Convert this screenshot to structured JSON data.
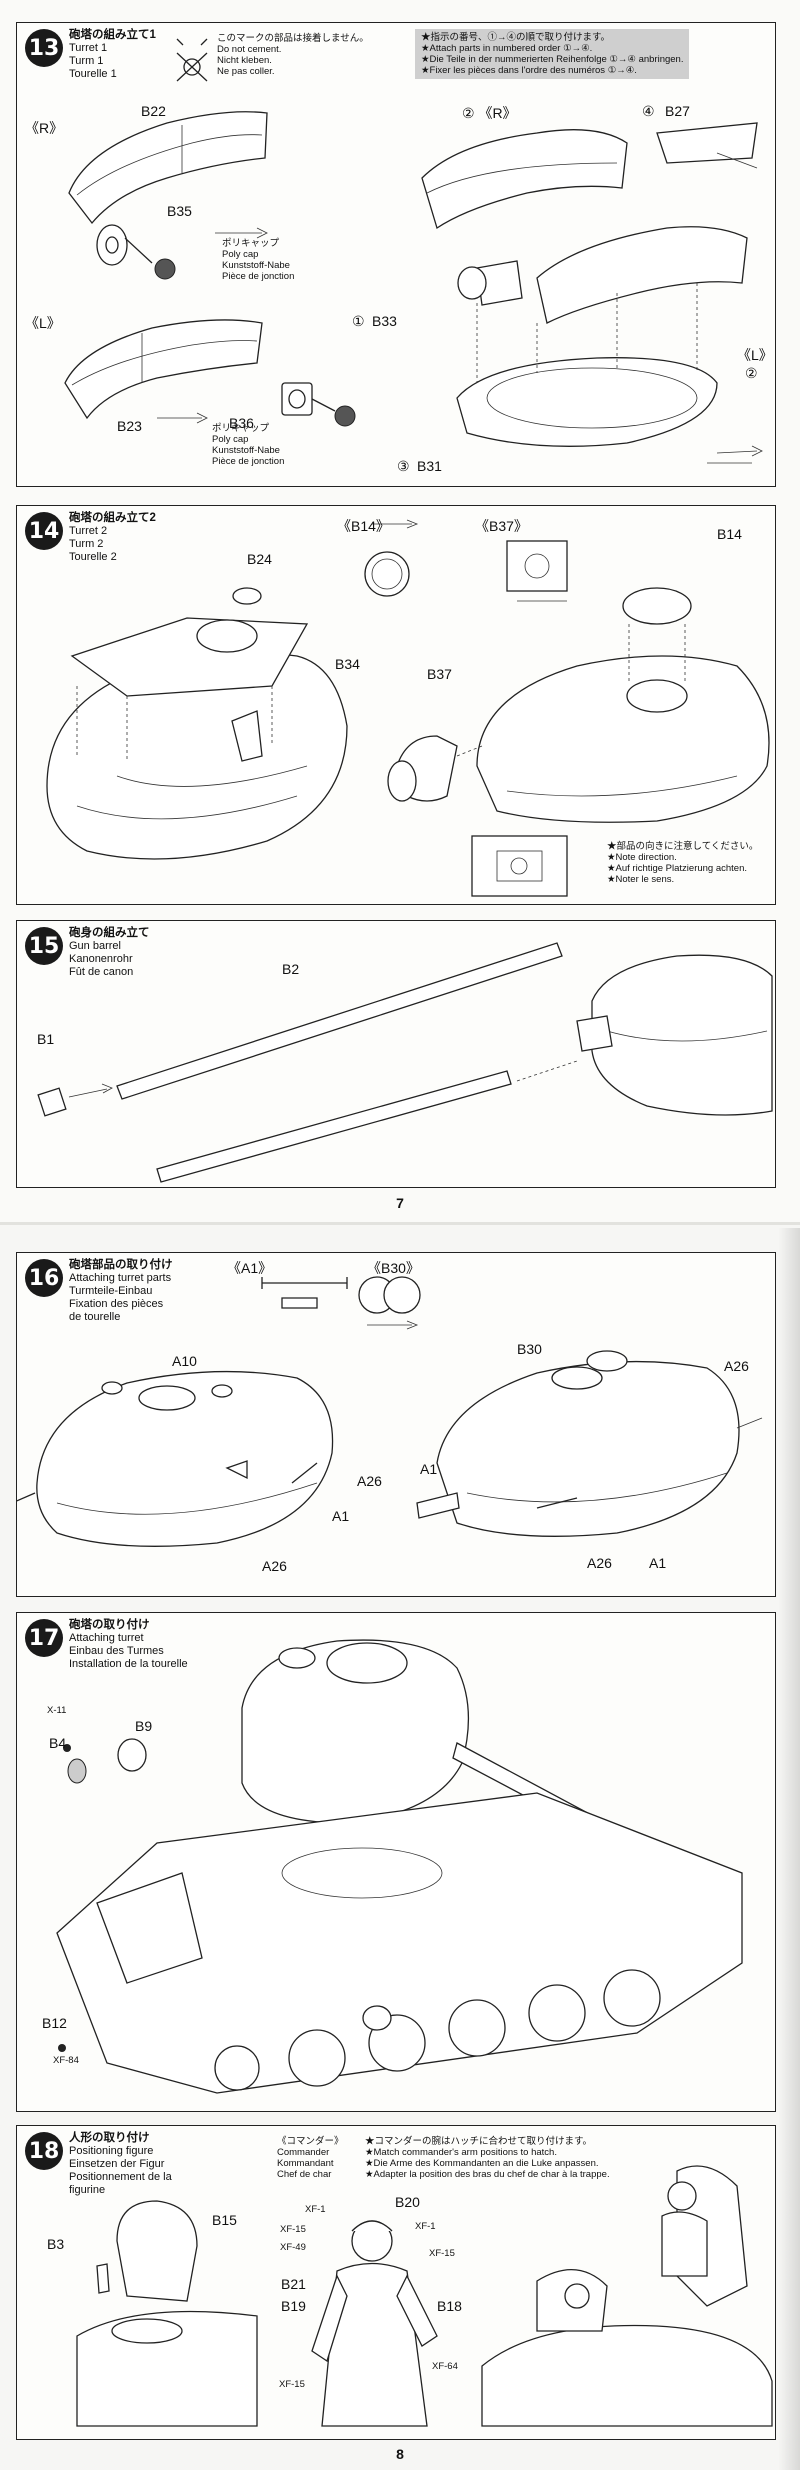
{
  "page7": {
    "number": "7",
    "step13": {
      "num": "13",
      "title_jp": "砲塔の組み立て1",
      "title_en": "Turret 1",
      "title_de": "Turm 1",
      "title_fr": "Tourelle 1",
      "nocement_jp": "このマークの部品は接着しません。",
      "nocement_en": "Do not cement.",
      "nocement_de": "Nicht kleben.",
      "nocement_fr": "Ne pas coller.",
      "order_jp": "★指示の番号、①→④の順で取り付けます。",
      "order_en": "★Attach parts in numbered order ①→④.",
      "order_de": "★Die Teile in der nummerierten Reihenfolge ①→④ anbringen.",
      "order_fr": "★Fixer les pièces dans l'ordre des numéros ①→④.",
      "label_R": "《R》",
      "label_L": "《L》",
      "b22": "B22",
      "b35": "B35",
      "b23": "B23",
      "b36": "B36",
      "polycap_jp": "ポリキャップ",
      "polycap_en": "Poly cap",
      "polycap_de": "Kunststoff-Nabe",
      "polycap_fr": "Pièce de jonction",
      "s2R": "② 《R》",
      "s4": "④",
      "b27": "B27",
      "s1": "①",
      "b33": "B33",
      "s3": "③",
      "b31": "B31",
      "sL2a": "《L》",
      "sL2b": "②"
    },
    "step14": {
      "num": "14",
      "title_jp": "砲塔の組み立て2",
      "title_en": "Turret 2",
      "title_de": "Turm 2",
      "title_fr": "Tourelle 2",
      "b14_view": "《B14》",
      "b37_view": "《B37》",
      "b24": "B24",
      "b34": "B34",
      "b37": "B37",
      "b14": "B14",
      "dir_jp": "★部品の向きに注意してください。",
      "dir_en": "★Note direction.",
      "dir_de": "★Auf richtige Platzierung achten.",
      "dir_fr": "★Noter le sens."
    },
    "step15": {
      "num": "15",
      "title_jp": "砲身の組み立て",
      "title_en": "Gun barrel",
      "title_de": "Kanonenrohr",
      "title_fr": "Fût de canon",
      "b2": "B2",
      "b1": "B1"
    }
  },
  "page8": {
    "number": "8",
    "step16": {
      "num": "16",
      "title_jp": "砲塔部品の取り付け",
      "title_en": "Attaching turret parts",
      "title_de": "Turmteile-Einbau",
      "title_fr1": "Fixation des pièces",
      "title_fr2": "de tourelle",
      "a1_view": "《A1》",
      "b30_view": "《B30》",
      "a10": "A10",
      "a26a": "A26",
      "a1a": "A1",
      "a26b": "A26",
      "b30": "B30",
      "a26c": "A26",
      "a1b": "A1",
      "a26d": "A26",
      "a1c": "A1"
    },
    "step17": {
      "num": "17",
      "title_jp": "砲塔の取り付け",
      "title_en": "Attaching turret",
      "title_de": "Einbau des Turmes",
      "title_fr": "Installation de la tourelle",
      "x11": "X-11",
      "b4": "B4",
      "b9": "B9",
      "b12": "B12",
      "xf84": "XF-84"
    },
    "step18": {
      "num": "18",
      "title_jp": "人形の取り付け",
      "title_en": "Positioning figure",
      "title_de": "Einsetzen der Figur",
      "title_fr1": "Positionnement de la",
      "title_fr2": "figurine",
      "cmd_jp": "《コマンダー》",
      "cmd_en": "Commander",
      "cmd_de": "Kommandant",
      "cmd_fr": "Chef de char",
      "note_jp": "★コマンダーの腕はハッチに合わせて取り付けます。",
      "note_en": "★Match commander's arm positions to hatch.",
      "note_de": "★Die Arme des Kommandanten an die Luke anpassen.",
      "note_fr": "★Adapter la position des bras du chef de char à la trappe.",
      "b15": "B15",
      "b3": "B3",
      "b20": "B20",
      "b21": "B21",
      "b19": "B19",
      "b18": "B18",
      "xf1a": "XF-1",
      "xf1b": "XF-1",
      "xf15a": "XF-15",
      "xf49": "XF-49",
      "xf15b": "XF-15",
      "xf15c": "XF-15",
      "xf64": "XF-64"
    }
  }
}
